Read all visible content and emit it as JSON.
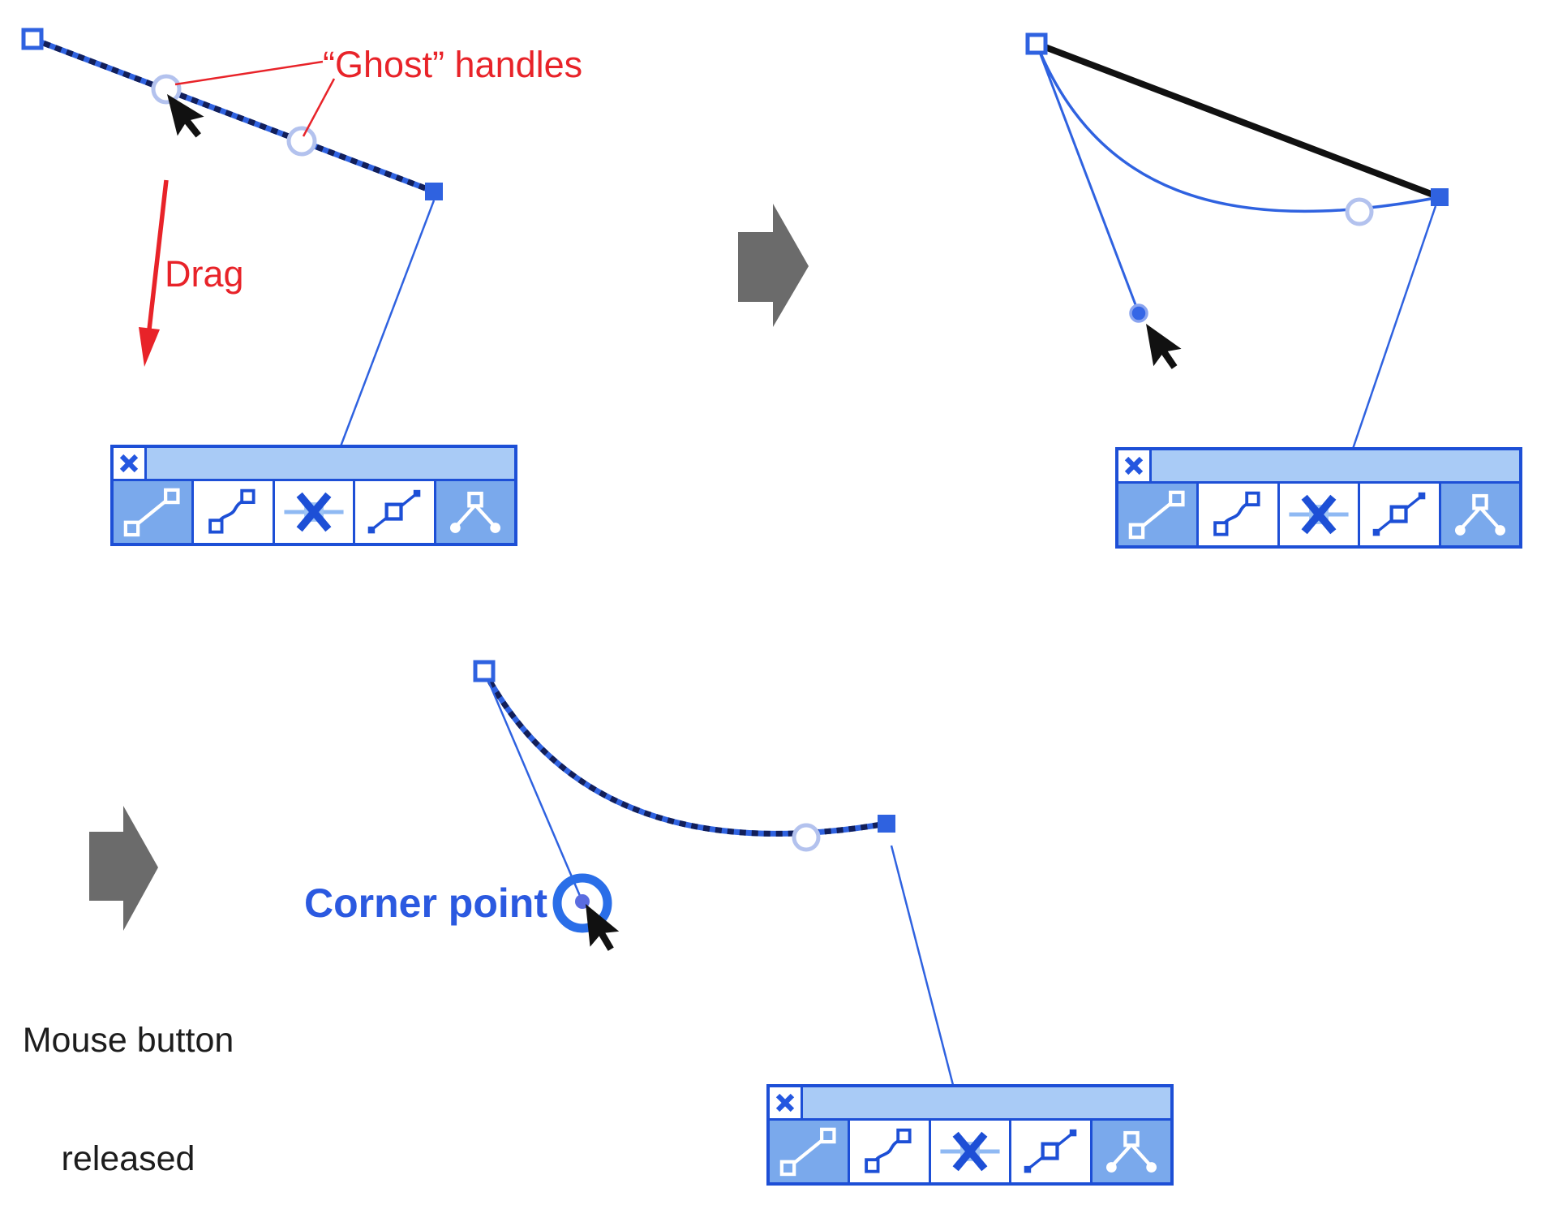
{
  "annotations": {
    "ghost_handles_label": "“Ghost” handles",
    "drag_label": "Drag",
    "corner_point_label": "Corner point",
    "mouse_released_line1": "Mouse button",
    "mouse_released_line2": "released"
  },
  "toolbar": {
    "close_label": "Close",
    "tools": [
      {
        "name": "line-segment-tool",
        "selected": true
      },
      {
        "name": "curve-segment-tool",
        "selected": false
      },
      {
        "name": "delete-segment-tool",
        "selected": false
      },
      {
        "name": "symmetric-node-tool",
        "selected": false
      },
      {
        "name": "corner-node-tool",
        "selected": true
      }
    ]
  },
  "colors": {
    "node_blue": "#2f62e0",
    "navy_dash": "#121f5a",
    "pale_handle_ring": "#b3c2ee",
    "toolbar_blue": "#1d4fd6",
    "toolbar_title": "#a9cbf6",
    "toolbar_selected_cell": "#7aa9ec",
    "annotation_red": "#e82329",
    "corner_text_blue": "#2b59e0",
    "corner_ring_blue": "#2a6ee8",
    "corner_dot_blue": "#5a6ce0",
    "arrow_gray": "#6b6b6b",
    "black_line": "#111111"
  }
}
